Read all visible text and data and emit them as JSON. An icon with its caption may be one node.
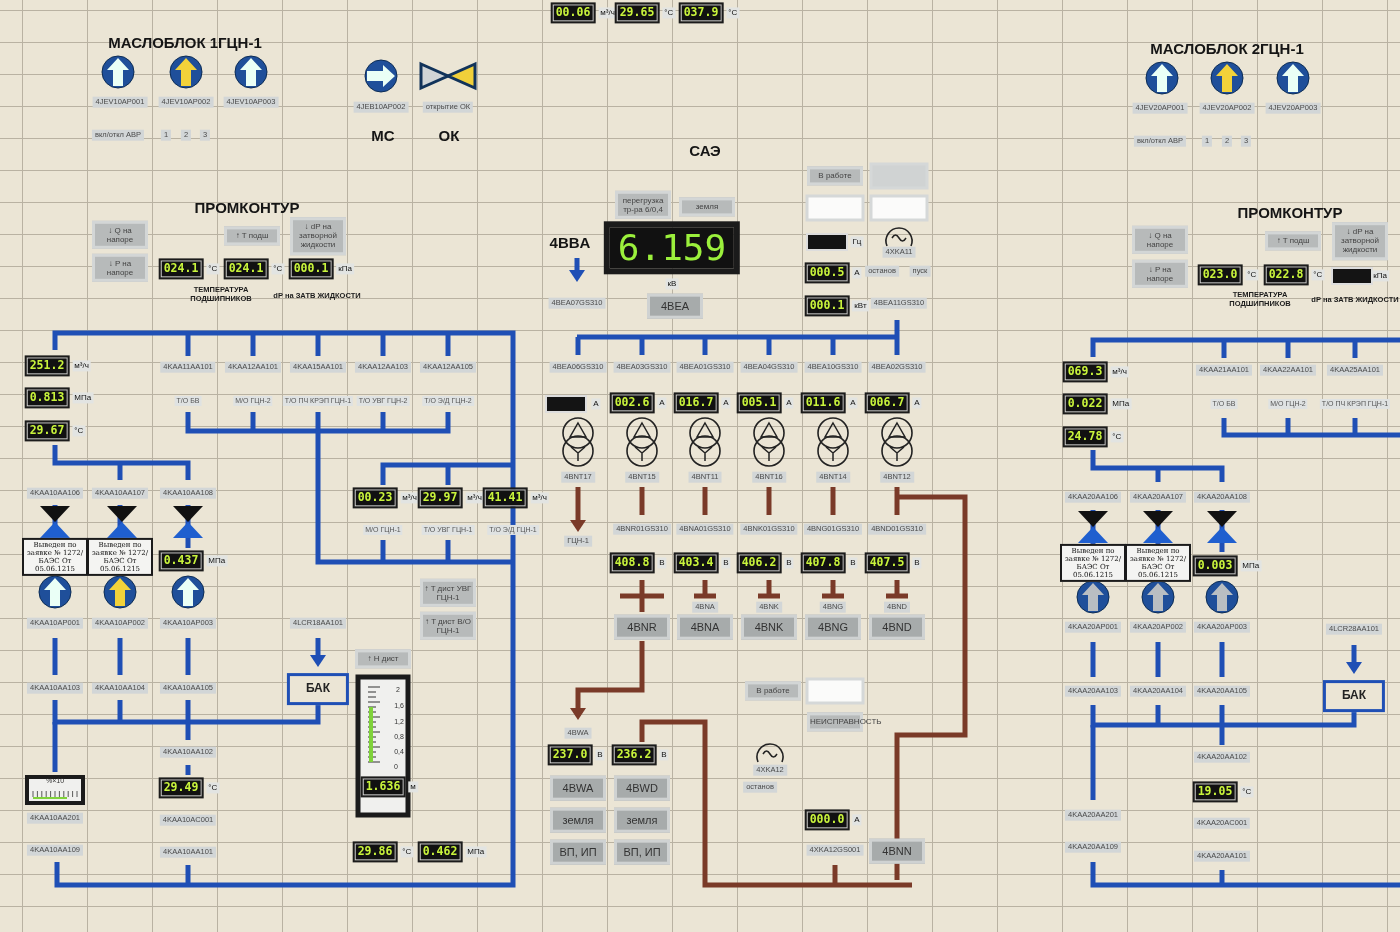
{
  "diagram": {
    "labels": [
      "00.06",
      "м³/ч",
      "29.65",
      "°C",
      "037.9",
      "°C",
      "МАСЛОБЛОК 1ГЦН-1",
      "4JEV10AP001",
      "4JEV10AP002",
      "4JEV10AP003",
      "вкл/откл АВР",
      "1",
      "2",
      "3",
      "4JEB10AP002",
      "открытие ОК",
      "МС",
      "ОК",
      "ПРОМКОНТУР",
      "↓ Q на напоре",
      "↑ T подш",
      "↓ dP на затворной жидкости",
      "↓ P на напоре",
      "024.1",
      "°C",
      "024.1",
      "°C",
      "000.1",
      "кПа",
      "ТЕМПЕРАТУРА ПОДШИПНИКОВ",
      "dP на ЗАТВ ЖИДКОСТИ",
      "САЭ",
      "В работе",
      "перегрузка тр-ра 6/0,4",
      "земля",
      "4BBA",
      "6.159",
      "кВ",
      "Гц",
      "4XKA11",
      "000.5",
      "А",
      "останов",
      "пуск",
      "4BEA07GS310",
      "4BEA",
      "000.1",
      "кВт",
      "4BEA11GS310",
      "4BEA06GS310",
      "4BEA03GS310",
      "4BEA01GS310",
      "4BEA04GS310",
      "4BEA10GS310",
      "4BEA02GS310",
      "А",
      "002.6",
      "А",
      "016.7",
      "А",
      "005.1",
      "А",
      "011.6",
      "А",
      "006.7",
      "А",
      "4BNT17",
      "4BNT15",
      "4BNT11",
      "4BNT16",
      "4BNT14",
      "4BNT12",
      "ГЦН-1",
      "4BNR01GS310",
      "4BNA01GS310",
      "4BNK01GS310",
      "4BNG01GS310",
      "4BND01GS310",
      "408.8",
      "В",
      "403.4",
      "В",
      "406.2",
      "В",
      "407.8",
      "В",
      "407.5",
      "В",
      "4BNA",
      "4BNK",
      "4BNG",
      "4BND",
      "4BNR",
      "4BNA",
      "4BNK",
      "4BNG",
      "4BND",
      "В работе",
      "НЕИСПРАВНОСТЬ",
      "4XKA12",
      "останов",
      "4BWA",
      "237.0",
      "В",
      "236.2",
      "В",
      "4BWA",
      "4BWD",
      "земля",
      "земля",
      "ВП, ИП",
      "ВП, ИП",
      "000.0",
      "А",
      "4XKA12GS001",
      "4BNN",
      "251.2",
      "м³/ч",
      "0.813",
      "МПа",
      "29.67",
      "°C",
      "4KAA11AA101",
      "4KAA12AA101",
      "4KAA15AA101",
      "4KAA12AA103",
      "4KAA12AA105",
      "Т/О БВ",
      "М/О ГЦН-2",
      "Т/О ПЧ КРЭП ГЦН-1",
      "Т/О УВГ ГЦН-2",
      "Т/О Э/Д ГЦН-2",
      "4KAA10AA106",
      "4KAA10AA107",
      "4KAA10AA108",
      "00.23",
      "м³/ч",
      "29.97",
      "м³/ч",
      "41.41",
      "м³/ч",
      "М/О ГЦН-1",
      "Т/О УВГ ГЦН-1",
      "Т/О Э/Д ГЦН-1",
      "Выведен по заявке № 1272/БАЭС От 05.06.1215",
      "Выведен по заявке № 1272/БАЭС От 05.06.1215",
      "0.437",
      "МПа",
      "4KAA10AP001",
      "4KAA10AP002",
      "4KAA10AP003",
      "4LCR18AA101",
      "↑ T дист УВГ ГЦН-1",
      "↑ T дист В/О ГЦН-1",
      "↑ H дист",
      "4KAA10AA103",
      "4KAA10AA104",
      "4KAA10AA105",
      "БАК",
      "2",
      "1,6",
      "1,2",
      "0,8",
      "0,4",
      "0",
      "1.636",
      "м",
      "4KAA10AA102",
      "%×10",
      "29.49",
      "°C",
      "4KAA10AA201",
      "4KAA10AC001",
      "4KAA10AA109",
      "4KAA10AA101",
      "29.86",
      "°C",
      "0.462",
      "МПа",
      "МАСЛОБЛОК 2ГЦН-1",
      "4JEV20AP001",
      "4JEV20AP002",
      "4JEV20AP003",
      "вкл/откл АВР",
      "1",
      "2",
      "3",
      "ПРОМКОНТУР",
      "↓ Q на напоре",
      "↑ T подш",
      "↓ dP на затворной жидкости",
      "↓ P на напоре",
      "023.0",
      "°C",
      "022.8",
      "°C",
      "кПа",
      "ТЕМПЕРАТУРА ПОДШИПНИКОВ",
      "dP на ЗАТВ ЖИДКОСТИ",
      "069.3",
      "м³/ч",
      "0.022",
      "МПа",
      "24.78",
      "°C",
      "4KAA21AA101",
      "4KAA22AA101",
      "4KAA25AA101",
      "Т/О БВ",
      "М/О ГЦН-2",
      "Т/О ПЧ КРЭП ГЦН-1",
      "4KAA20AA106",
      "4KAA20AA107",
      "4KAA20AA108",
      "Выведен по заявке № 1272/БАЭС От 05.06.1215",
      "Выведен по заявке № 1272/БАЭС От 05.06.1215",
      "0.003",
      "МПа",
      "4KAA20AP001",
      "4KAA20AP002",
      "4KAA20AP003",
      "4LCR28AA101",
      "БАК",
      "4KAA20AA103",
      "4KAA20AA104",
      "4KAA20AA105",
      "4KAA20AA102",
      "19.05",
      "°C",
      "4KAA20AA201",
      "4KAA20AC001",
      "4KAA20AA109",
      "4KAA20AA101"
    ]
  }
}
